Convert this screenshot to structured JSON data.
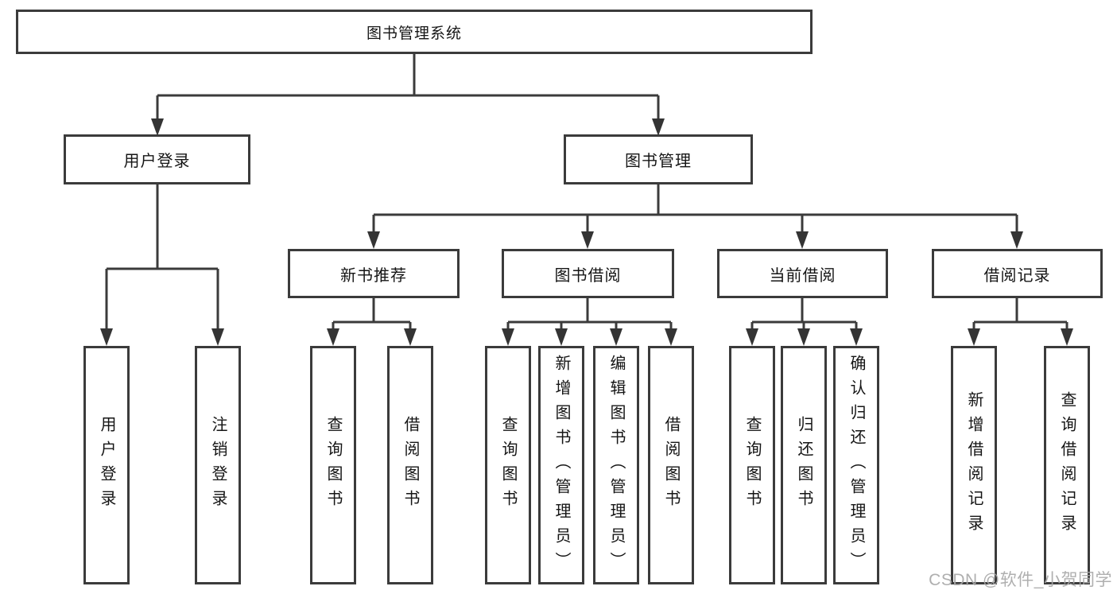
{
  "diagram": {
    "type": "function-structure-tree",
    "colors": {
      "line": "#3b3b3b",
      "box_border": "#3b3b3b",
      "box_fill": "#ffffff",
      "text": "#151515",
      "watermark": "#a8a8a8"
    }
  },
  "tree": {
    "label": "图书管理系统",
    "children": [
      {
        "label": "用户登录",
        "children": [
          {
            "label": "用户登录"
          },
          {
            "label": "注销登录"
          }
        ]
      },
      {
        "label": "图书管理",
        "children": [
          {
            "label": "新书推荐",
            "children": [
              {
                "label": "查询图书"
              },
              {
                "label": "借阅图书"
              }
            ]
          },
          {
            "label": "图书借阅",
            "children": [
              {
                "label": "查询图书"
              },
              {
                "label": "新增图书（管理员）"
              },
              {
                "label": "编辑图书（管理员）"
              },
              {
                "label": "借阅图书"
              }
            ]
          },
          {
            "label": "当前借阅",
            "children": [
              {
                "label": "查询图书"
              },
              {
                "label": "归还图书"
              },
              {
                "label": "确认归还（管理员）"
              }
            ]
          },
          {
            "label": "借阅记录",
            "children": [
              {
                "label": "新增借阅记录"
              },
              {
                "label": "查询借阅记录"
              }
            ]
          }
        ]
      }
    ]
  },
  "watermark": {
    "text": "CSDN @软件_小贺同学"
  }
}
